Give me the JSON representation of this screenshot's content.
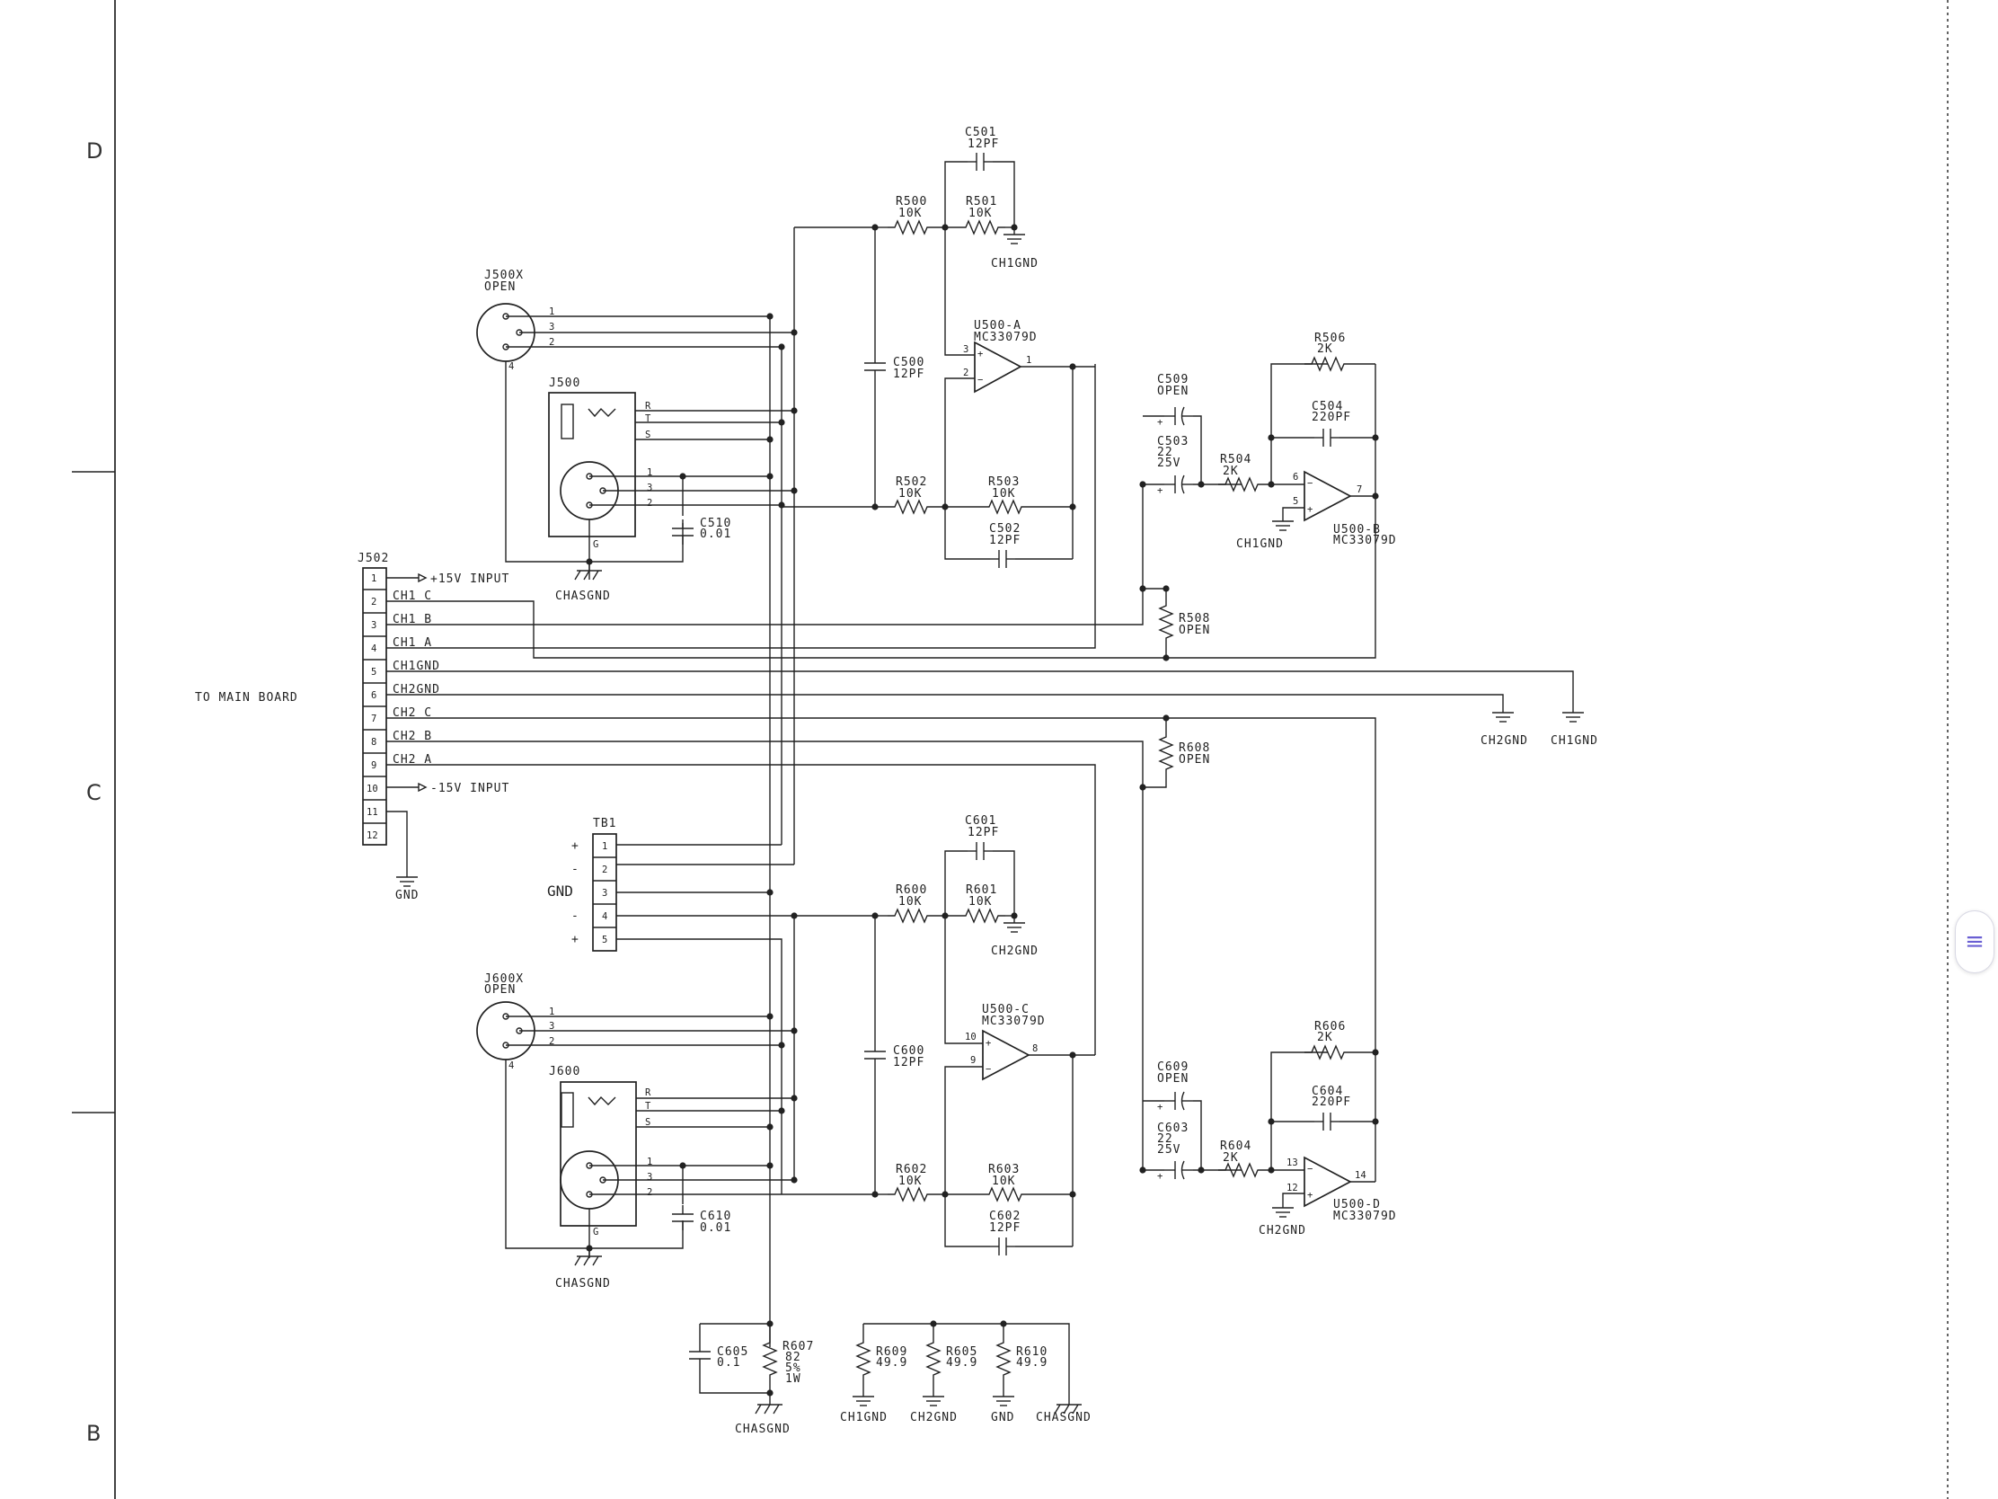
{
  "zones": [
    "D",
    "C",
    "B"
  ],
  "main_board_label": "TO MAIN BOARD",
  "j502": {
    "ref": "J502",
    "pins": [
      "1",
      "2",
      "3",
      "4",
      "5",
      "6",
      "7",
      "8",
      "9",
      "10",
      "11",
      "12"
    ],
    "signals": [
      "+15V INPUT",
      "CH1 C",
      "CH1 B",
      "CH1 A",
      "CH1GND",
      "CH2GND",
      "CH2 C",
      "CH2 B",
      "CH2 A",
      "-15V INPUT"
    ],
    "gnd": "GND"
  },
  "ch1": {
    "j500x": {
      "ref": "J500X",
      "value": "OPEN",
      "pins": [
        "1",
        "3",
        "2",
        "4"
      ]
    },
    "j500": {
      "ref": "J500",
      "rts": [
        "R",
        "T",
        "S"
      ],
      "pins": [
        "1",
        "3",
        "2",
        "G"
      ]
    },
    "chasgnd": "CHASGND",
    "c510": {
      "ref": "C510",
      "value": "0.01"
    },
    "r500": {
      "ref": "R500",
      "value": "10K"
    },
    "r501": {
      "ref": "R501",
      "value": "10K"
    },
    "c501": {
      "ref": "C501",
      "value": "12PF"
    },
    "gnd_label": "CH1GND",
    "c500": {
      "ref": "C500",
      "value": "12PF"
    },
    "u500a": {
      "ref": "U500-A",
      "part": "MC33079D",
      "pins": [
        "3",
        "2",
        "1"
      ]
    },
    "r502": {
      "ref": "R502",
      "value": "10K"
    },
    "r503": {
      "ref": "R503",
      "value": "10K"
    },
    "c502": {
      "ref": "C502",
      "value": "12PF"
    },
    "c509": {
      "ref": "C509",
      "value": "OPEN"
    },
    "c503": {
      "ref": "C503",
      "value": "22",
      "voltage": "25V"
    },
    "r504": {
      "ref": "R504",
      "value": "2K"
    },
    "r506": {
      "ref": "R506",
      "value": "2K"
    },
    "c504": {
      "ref": "C504",
      "value": "220PF"
    },
    "u500b": {
      "ref": "U500-B",
      "part": "MC33079D",
      "pins": [
        "6",
        "5",
        "7"
      ]
    },
    "r508": {
      "ref": "R508",
      "value": "OPEN"
    },
    "gnd2": "CH1GND"
  },
  "ch2": {
    "j600x": {
      "ref": "J600X",
      "value": "OPEN",
      "pins": [
        "1",
        "3",
        "2",
        "4"
      ]
    },
    "j600": {
      "ref": "J600",
      "rts": [
        "R",
        "T",
        "S"
      ],
      "pins": [
        "1",
        "3",
        "2",
        "G"
      ]
    },
    "chasgnd": "CHASGND",
    "c610": {
      "ref": "C610",
      "value": "0.01"
    },
    "r600": {
      "ref": "R600",
      "value": "10K"
    },
    "r601": {
      "ref": "R601",
      "value": "10K"
    },
    "c601": {
      "ref": "C601",
      "value": "12PF"
    },
    "gnd_label": "CH2GND",
    "c600": {
      "ref": "C600",
      "value": "12PF"
    },
    "u500c": {
      "ref": "U500-C",
      "part": "MC33079D",
      "pins": [
        "10",
        "9",
        "8"
      ]
    },
    "r602": {
      "ref": "R602",
      "value": "10K"
    },
    "r603": {
      "ref": "R603",
      "value": "10K"
    },
    "c602": {
      "ref": "C602",
      "value": "12PF"
    },
    "c609": {
      "ref": "C609",
      "value": "OPEN"
    },
    "c603": {
      "ref": "C603",
      "value": "22",
      "voltage": "25V"
    },
    "r604": {
      "ref": "R604",
      "value": "2K"
    },
    "r606": {
      "ref": "R606",
      "value": "2K"
    },
    "c604": {
      "ref": "C604",
      "value": "220PF"
    },
    "u500d": {
      "ref": "U500-D",
      "part": "MC33079D",
      "pins": [
        "13",
        "12",
        "14"
      ]
    },
    "r608": {
      "ref": "R608",
      "value": "OPEN"
    },
    "gnd2": "CH2GND"
  },
  "tb1": {
    "ref": "TB1",
    "pins": [
      "1",
      "2",
      "3",
      "4",
      "5"
    ],
    "signs": [
      "+",
      "-",
      "GND",
      "-",
      "+"
    ]
  },
  "right_grounds": [
    "CH2GND",
    "CH1GND"
  ],
  "bottom": {
    "c605": {
      "ref": "C605",
      "value": "0.1"
    },
    "r607": {
      "ref": "R607",
      "value": "82",
      "tol": "5%",
      "power": "1W"
    },
    "chasgnd": "CHASGND",
    "r609": {
      "ref": "R609",
      "value": "49.9"
    },
    "r605": {
      "ref": "R605",
      "value": "49.9"
    },
    "r610": {
      "ref": "R610",
      "value": "49.9"
    },
    "gnds": [
      "CH1GND",
      "CH2GND",
      "GND",
      "CHASGND"
    ]
  },
  "menu_icon": "hamburger-menu-icon"
}
